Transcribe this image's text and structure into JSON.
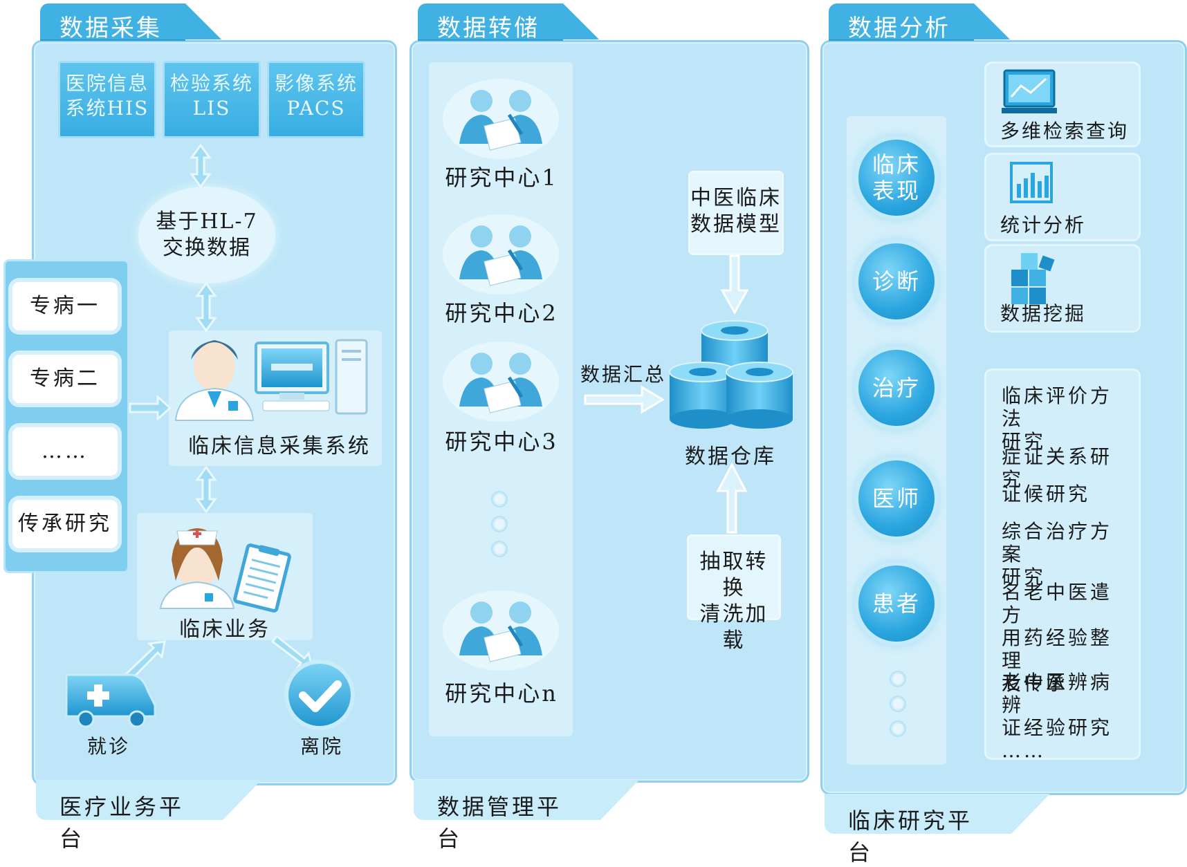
{
  "panels": {
    "left": {
      "tab": "数据采集",
      "footer": "医疗业务平台"
    },
    "middle": {
      "tab": "数据转储",
      "footer": "数据管理平台"
    },
    "right": {
      "tab": "数据分析",
      "footer": "临床研究平台"
    }
  },
  "left": {
    "systems": [
      {
        "line1": "医院信息",
        "line2": "系统HIS"
      },
      {
        "line1": "检验系统",
        "line2": "LIS"
      },
      {
        "line1": "影像系统",
        "line2": "PACS"
      }
    ],
    "hl7": {
      "line1": "基于HL-7",
      "line2": "交换数据"
    },
    "diseases": [
      "专病一",
      "专病二",
      "……",
      "传承研究"
    ],
    "collect_system": "临床信息采集系统",
    "business": "临床业务",
    "visit": "就诊",
    "discharge": "离院"
  },
  "middle": {
    "centers": [
      "研究中心1",
      "研究中心2",
      "研究中心3",
      "研究中心n"
    ],
    "aggregate": "数据汇总",
    "model": {
      "line1": "中医临床",
      "line2": "数据模型"
    },
    "warehouse": "数据仓库",
    "etl": {
      "line1": "抽取转换",
      "line2": "清洗加载"
    }
  },
  "right": {
    "circles": [
      {
        "line1": "临床",
        "line2": "表现"
      },
      {
        "line1": "诊断",
        "line2": ""
      },
      {
        "line1": "治疗",
        "line2": ""
      },
      {
        "line1": "医师",
        "line2": ""
      },
      {
        "line1": "患者",
        "line2": ""
      }
    ],
    "tools": [
      "多维检索查询",
      "统计分析",
      "数据挖掘"
    ],
    "methods": [
      {
        "line1": "临床评价方法",
        "line2": "研究",
        "line3": ""
      },
      {
        "line1": "症证关系研究",
        "line2": "",
        "line3": ""
      },
      {
        "line1": "证候研究",
        "line2": "",
        "line3": ""
      },
      {
        "line1": "综合治疗方案",
        "line2": "研究",
        "line3": ""
      },
      {
        "line1": "名老中医遣方",
        "line2": "用药经验整理",
        "line3": "及传承"
      },
      {
        "line1": "老中医辨病辨",
        "line2": "证经验研究",
        "line3": "……"
      }
    ]
  },
  "colors": {
    "panel": "#bfe6f8",
    "tab": "#3fb1e3",
    "accent": "#2aa5df"
  }
}
